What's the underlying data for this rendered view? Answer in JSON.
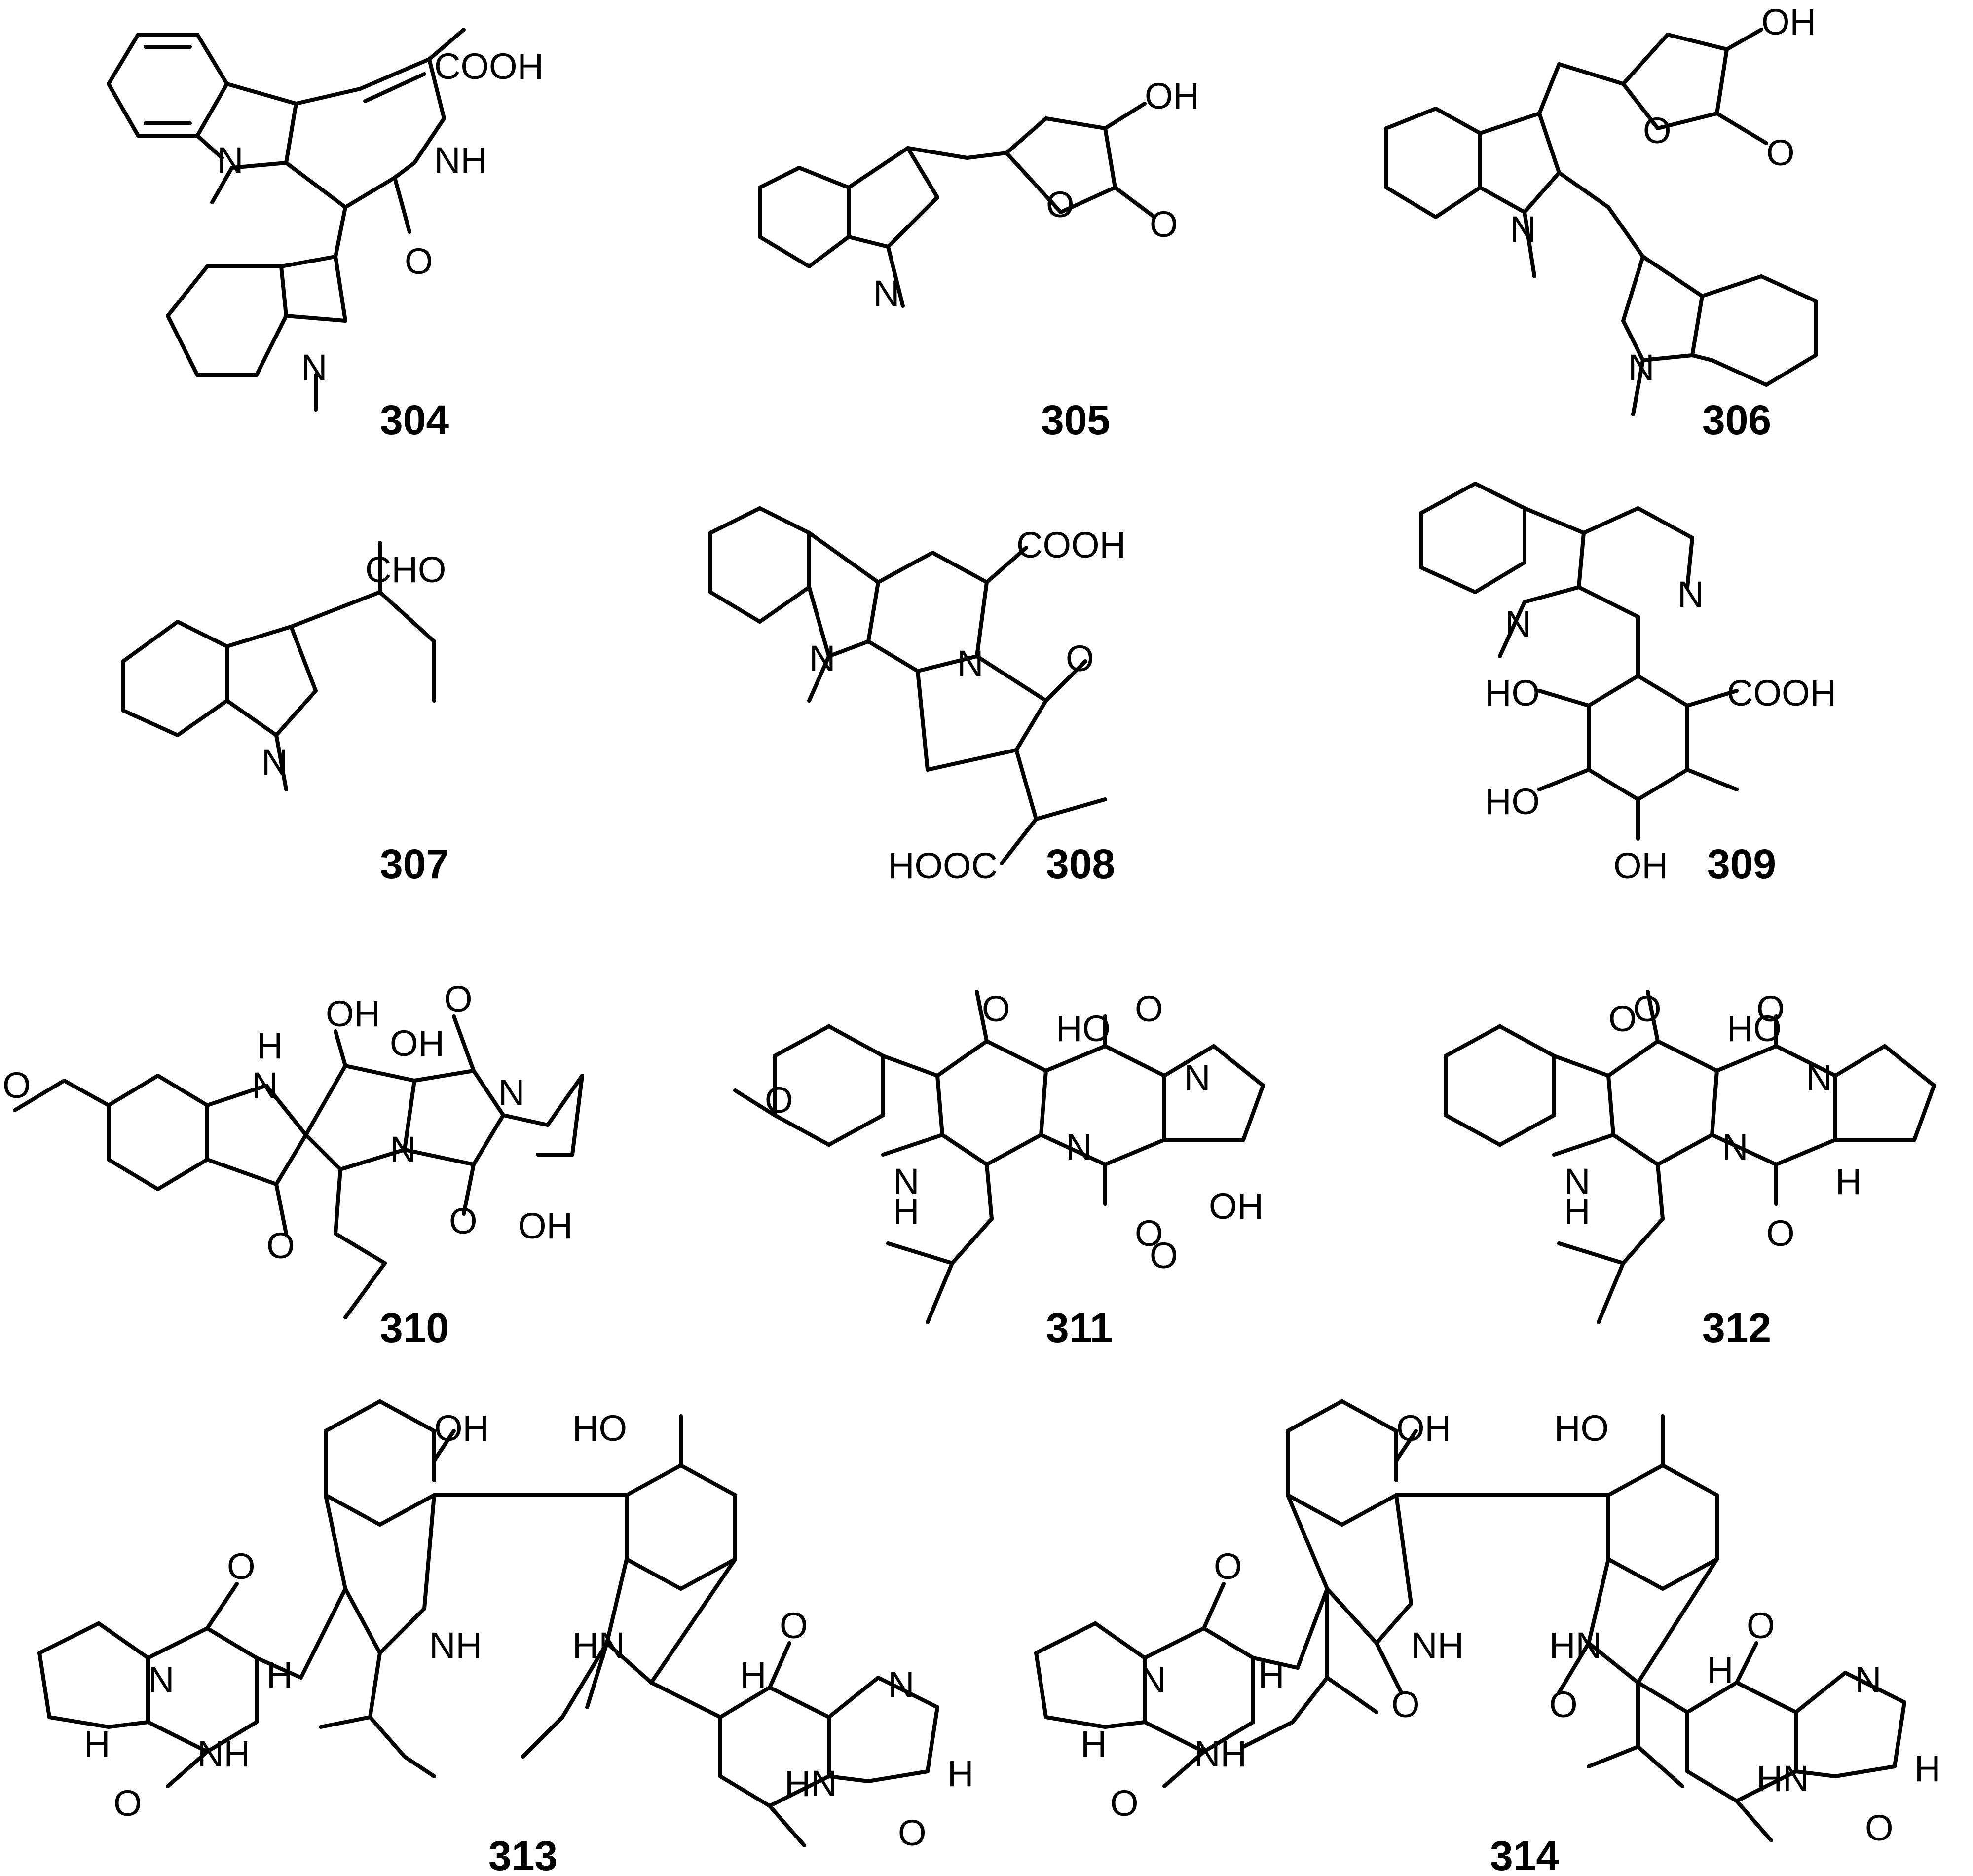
{
  "figure": {
    "compounds": [
      {
        "id": "304",
        "labels": [
          "COOH",
          "NH",
          "N",
          "N",
          "O"
        ]
      },
      {
        "id": "305",
        "labels": [
          "OH",
          "O",
          "O",
          "N"
        ]
      },
      {
        "id": "306",
        "labels": [
          "OH",
          "O",
          "O",
          "N",
          "N"
        ]
      },
      {
        "id": "307",
        "labels": [
          "CHO",
          "N"
        ]
      },
      {
        "id": "308",
        "labels": [
          "COOH",
          "N",
          "N",
          "O",
          "HOOC"
        ]
      },
      {
        "id": "309",
        "labels": [
          "N",
          "N",
          "HO",
          "COOH",
          "HO",
          "OH"
        ]
      },
      {
        "id": "310",
        "labels": [
          "H",
          "N",
          "OH",
          "OH",
          "O",
          "N",
          "N",
          "O",
          "O",
          "OH",
          "O"
        ]
      },
      {
        "id": "311",
        "labels": [
          "O",
          "HO",
          "O",
          "N",
          "N",
          "O",
          "OH",
          "N",
          "H",
          "O",
          "O"
        ]
      },
      {
        "id": "312",
        "labels": [
          "O",
          "HO",
          "O",
          "N",
          "N",
          "O",
          "H",
          "N",
          "H",
          "O"
        ]
      },
      {
        "id": "313",
        "labels": [
          "OH",
          "HO",
          "NH",
          "HN",
          "N",
          "O",
          "H",
          "NH",
          "O",
          "H",
          "O",
          "N",
          "H",
          "HN",
          "O",
          "H"
        ]
      },
      {
        "id": "314",
        "labels": [
          "OH",
          "HO",
          "NH",
          "HN",
          "O",
          "O",
          "N",
          "O",
          "H",
          "NH",
          "O",
          "H",
          "O",
          "N",
          "H",
          "HN",
          "O",
          "H"
        ]
      }
    ]
  }
}
